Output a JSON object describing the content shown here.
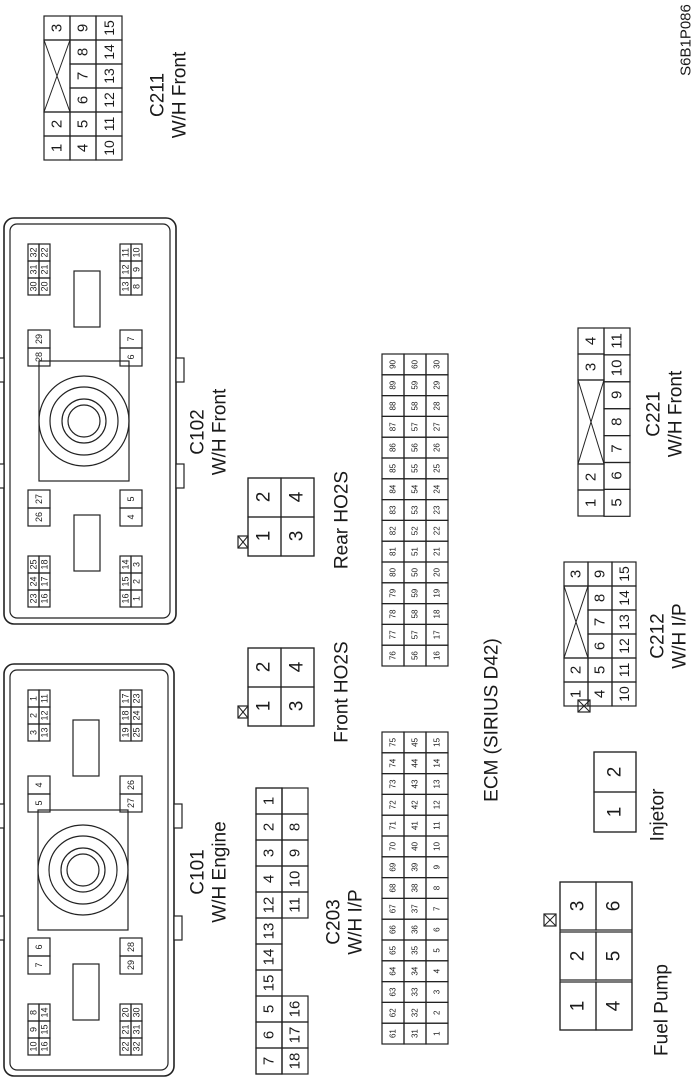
{
  "figure_code": "S6B1P086",
  "c211": {
    "name": "C211",
    "sub": "W/H Front",
    "rows": [
      [
        "1",
        "2",
        "X",
        "3"
      ],
      [
        "4",
        "5",
        "6",
        "7",
        "8",
        "9"
      ],
      [
        "10",
        "11",
        "12",
        "13",
        "14",
        "15"
      ]
    ]
  },
  "c102": {
    "name": "C102",
    "sub": "W/H Front",
    "groups": [
      [
        "32",
        "31",
        "30",
        "22",
        "21",
        "20"
      ],
      [
        "29",
        "28"
      ],
      [
        "7",
        "6"
      ],
      [
        "11",
        "12",
        "13",
        "10",
        "9",
        "8"
      ],
      [
        "27",
        "26"
      ],
      [
        "5",
        "4"
      ],
      [
        "25",
        "24",
        "23",
        "18",
        "17",
        "16"
      ],
      [
        "14",
        "15",
        "16",
        "3",
        "2",
        "1"
      ]
    ]
  },
  "c101": {
    "name": "C101",
    "sub": "W/H Engine",
    "groups": [
      [
        "1",
        "2",
        "3",
        "11",
        "12",
        "13"
      ],
      [
        "4",
        "5"
      ],
      [
        "17",
        "18",
        "19",
        "23",
        "24",
        "25"
      ],
      [
        "26",
        "27"
      ],
      [
        "6",
        "7"
      ],
      [
        "28",
        "29"
      ],
      [
        "8",
        "9",
        "10",
        "14",
        "15",
        "16"
      ],
      [
        "20",
        "21",
        "22",
        "30",
        "31",
        "32"
      ]
    ]
  },
  "rear_ho2s": {
    "name": "Rear HO2S",
    "pins": [
      "1",
      "2",
      "3",
      "4"
    ]
  },
  "front_ho2s": {
    "name": "Front HO2S",
    "pins": [
      "1",
      "2",
      "3",
      "4"
    ]
  },
  "c203": {
    "name": "C203",
    "sub": "W/H I/P",
    "row1": [
      "7",
      "6",
      "5",
      "",
      "15",
      "14",
      "13",
      "12",
      "4",
      "3",
      "2",
      "1"
    ],
    "row2": [
      "18",
      "17",
      "16",
      "",
      "",
      "",
      "",
      "11",
      "10",
      "9",
      "8"
    ]
  },
  "ecm": {
    "name": "ECM (SIRIUS D42)",
    "right": [
      [
        "90",
        "89",
        "88",
        "87",
        "86",
        "85",
        "84",
        "83",
        "82",
        "81",
        "80",
        "79",
        "78",
        "77",
        "76"
      ],
      [
        "60",
        "59",
        "58",
        "57",
        "56",
        "55",
        "54",
        "53",
        "52",
        "51",
        "50",
        "59",
        "58",
        "57",
        "56"
      ],
      [
        "30",
        "29",
        "28",
        "27",
        "26",
        "25",
        "24",
        "23",
        "22",
        "21",
        "20",
        "19",
        "18",
        "17",
        "16"
      ]
    ],
    "left": [
      [
        "75",
        "74",
        "73",
        "72",
        "71",
        "70",
        "69",
        "68",
        "67",
        "66",
        "65",
        "64",
        "63",
        "62",
        "61"
      ],
      [
        "45",
        "44",
        "43",
        "42",
        "41",
        "40",
        "39",
        "38",
        "37",
        "36",
        "35",
        "34",
        "33",
        "32",
        "31"
      ],
      [
        "15",
        "14",
        "13",
        "12",
        "11",
        "10",
        "9",
        "8",
        "7",
        "6",
        "5",
        "4",
        "3",
        "2",
        "1"
      ]
    ]
  },
  "c221": {
    "name": "C221",
    "sub": "W/H Front",
    "row1": [
      "4",
      "3",
      "",
      "2",
      "1"
    ],
    "row2": [
      "11",
      "10",
      "9",
      "8",
      "7",
      "6",
      "5"
    ]
  },
  "c212": {
    "name": "C212",
    "sub": "W/H I/P",
    "row1": [
      "3",
      "",
      "2",
      "1"
    ],
    "row2": [
      "9",
      "8",
      "7",
      "6",
      "5",
      "4"
    ],
    "row3": [
      "15",
      "14",
      "13",
      "12",
      "11",
      "10"
    ]
  },
  "injector": {
    "name": "Injetor",
    "pins": [
      "2",
      "1"
    ]
  },
  "fuel_pump": {
    "name": "Fuel Pump",
    "pins": [
      "3",
      "2",
      "1",
      "6",
      "5",
      "4"
    ]
  }
}
